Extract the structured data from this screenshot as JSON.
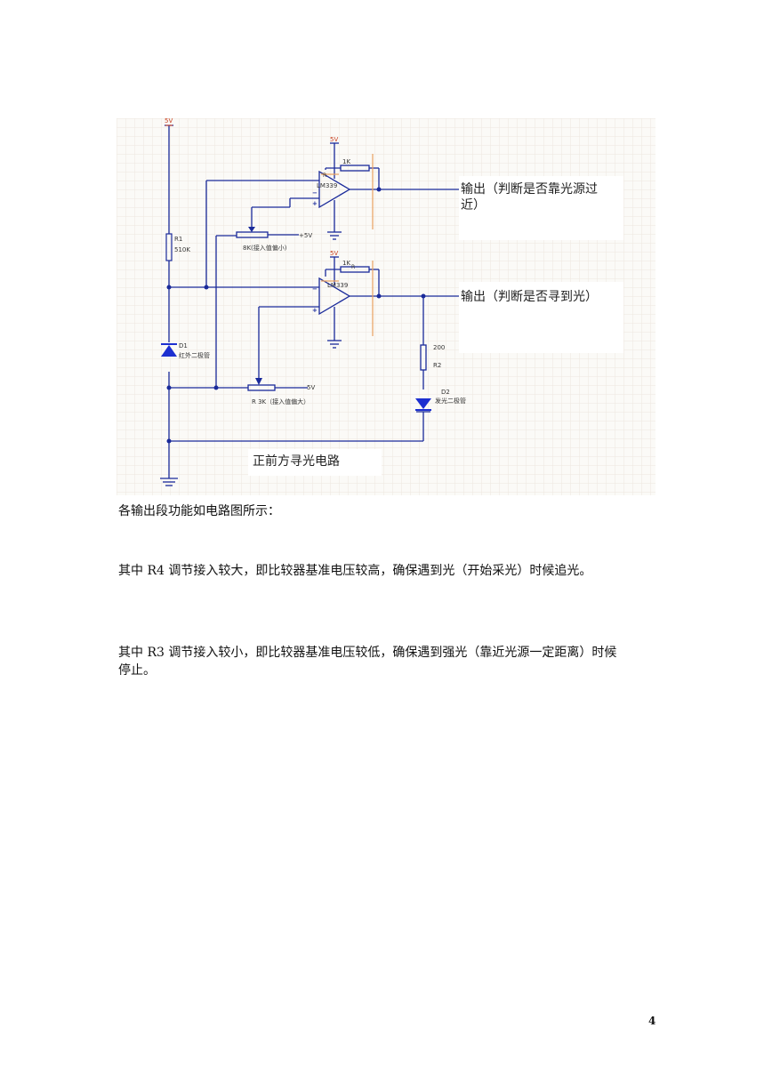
{
  "figure": {
    "caption": "正前方寻光电路",
    "output1_line1": "输出（判断是否靠光源过",
    "output1_line2": "近）",
    "output2": "输出（判断是否寻到光）",
    "supply_top": "5V",
    "u1_supply": "5V",
    "u2_supply": "5V",
    "u1_part": "LM339",
    "u2_part": "LM339",
    "u1_feedback": "1K",
    "u2_feedback": "1K",
    "u2_feedback_sub": "R",
    "u1_feedback_sub": "R",
    "r1_ref": "R1",
    "r1_value": "510K",
    "d1_ref": "D1",
    "d1_desc": "红外二极管",
    "pot_top_label": "8K(接入值偏小)",
    "pot_top_supply": "+5V",
    "pot_bottom_label": "R  3K（接入值偏大）",
    "pot_bottom_supply": "5V",
    "r2_value": "200",
    "r2_ref": "R2",
    "d2_ref": "D2",
    "d2_desc": "发光二极管"
  },
  "text": {
    "p1": "各输出段功能如电路图所示：",
    "p2": "其中 R4 调节接入较大，即比较器基准电压较高，确保遇到光（开始采光）时候追光。",
    "p3_line1": "其中 R3 调节接入较小，即比较器基准电压较低，确保遇到强光（靠近光源一定距离）时候",
    "p3_line2": "停止。"
  },
  "page_number": "4",
  "colors": {
    "wire": "#1a2a9a",
    "grid": "#e9e4dc",
    "orange": "#e8a060",
    "diode": "#1c2fd0"
  }
}
